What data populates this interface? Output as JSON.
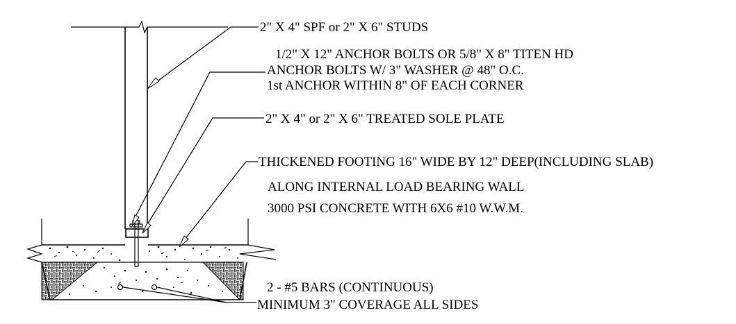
{
  "labels": {
    "studs": "2\" X 4\" SPF or 2\" X 6\" STUDS",
    "anchor_line1": "1/2\" X 12\" ANCHOR BOLTS OR 5/8\" X 8\" TITEN HD",
    "anchor_line2": "ANCHOR BOLTS W/ 3\" WASHER @ 48\" O.C.",
    "anchor_line3": "1st ANCHOR WITHIN 8\" OF EACH CORNER",
    "sole_plate": "2\" X 4\" or 2\" X 6\" TREATED SOLE PLATE",
    "footing_line1": "THICKENED FOOTING 16\" WIDE BY 12\" DEEP(INCLUDING SLAB)",
    "footing_line2": "ALONG INTERNAL LOAD BEARING WALL",
    "footing_line3": "3000 PSI CONCRETE WITH 6X6 #10 W.W.M.",
    "bars_line1": "2 - #5 BARS (CONTINUOUS)",
    "bars_line2": "MINIMUM 3\" COVERAGE ALL SIDES"
  }
}
